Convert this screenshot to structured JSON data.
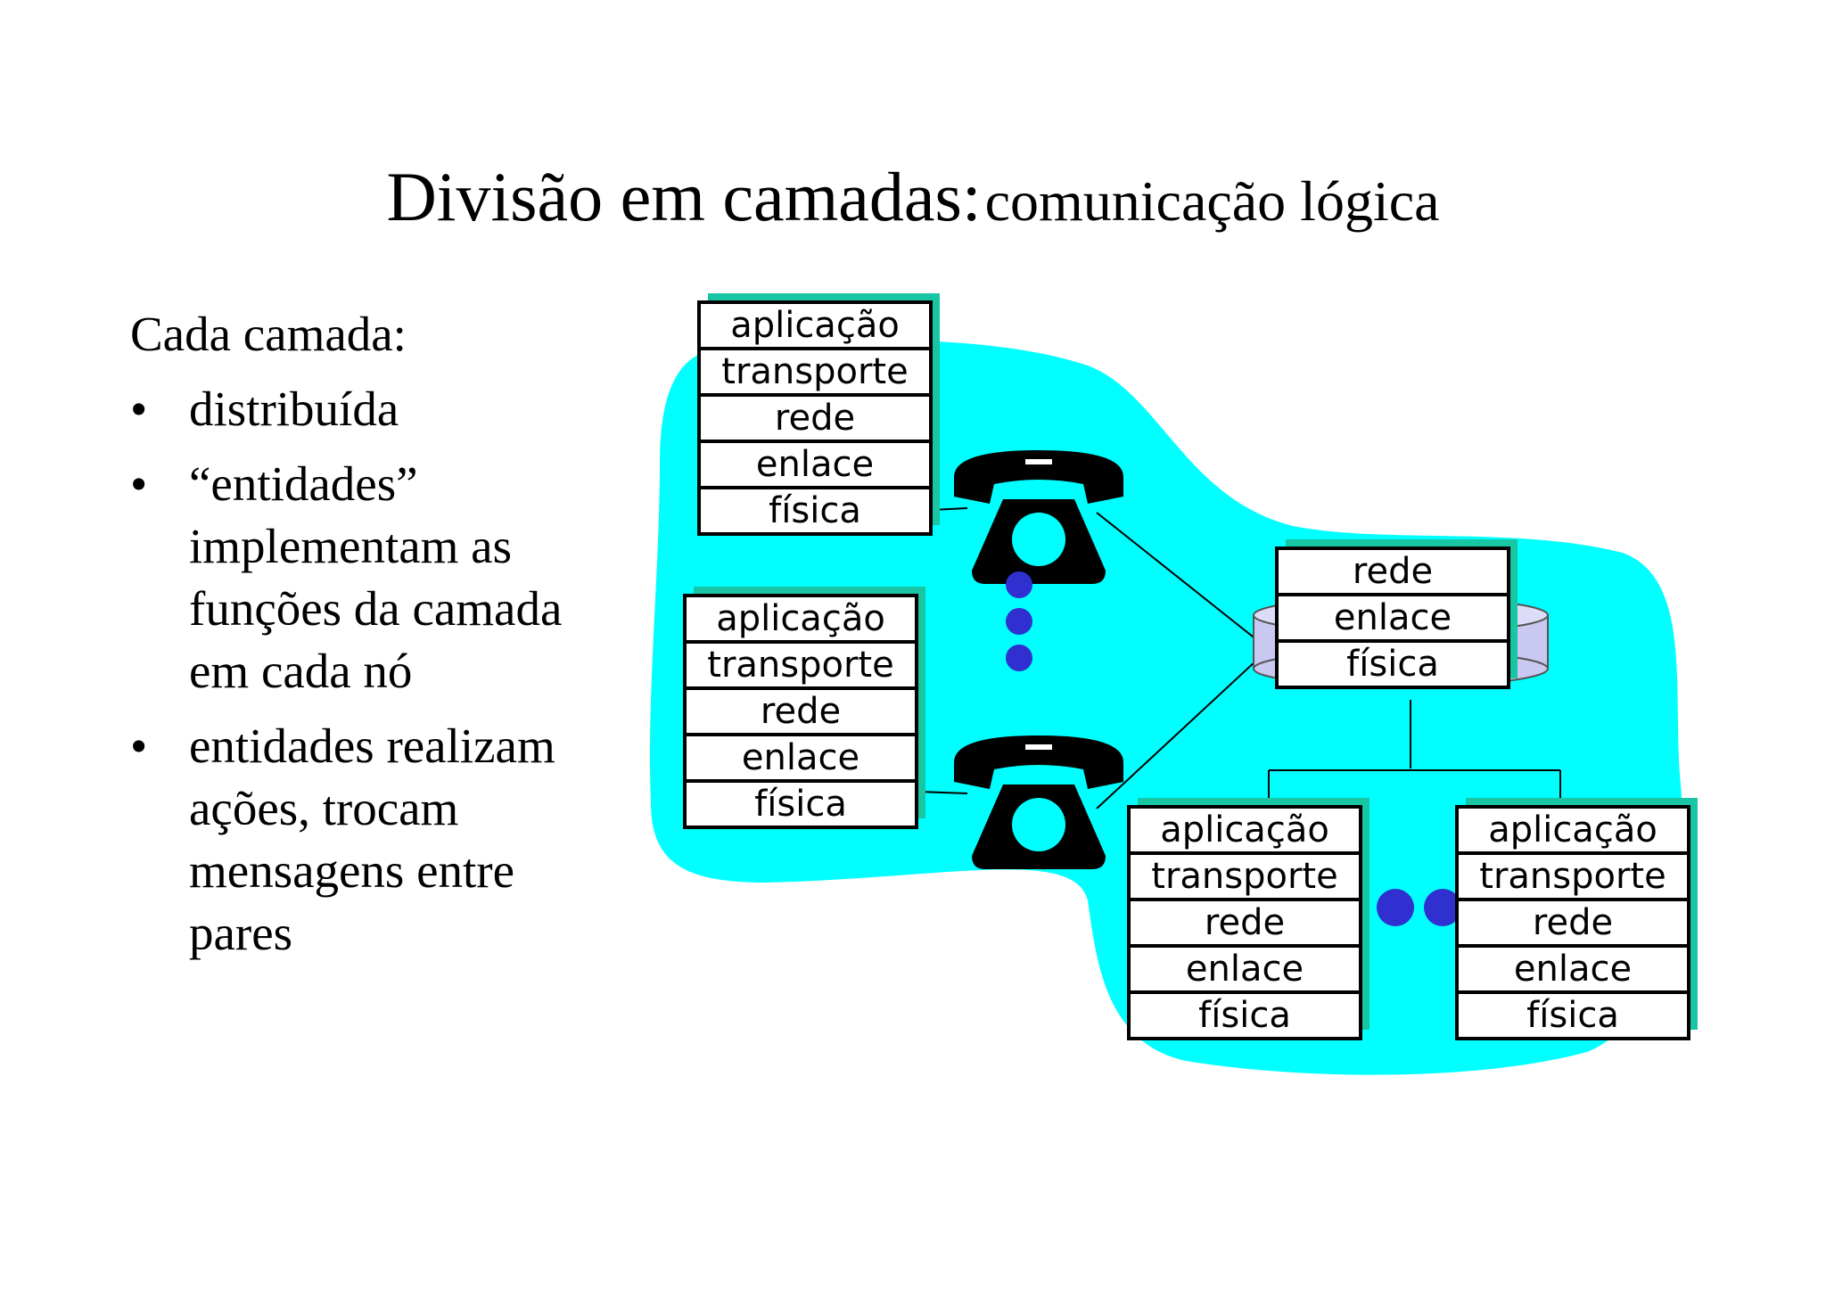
{
  "title": {
    "main": "Divisão em camadas:",
    "sub": "comunicação lógica"
  },
  "left": {
    "heading": "Cada camada:",
    "bullet_symbol": "•",
    "bullets": [
      "distribuída",
      "“entidades” implementam as funções da camada em cada nó",
      "entidades realizam ações, trocam mensagens entre pares"
    ]
  },
  "diagram": {
    "stacks": [
      {
        "layers": [
          "aplicação",
          "transporte",
          "rede",
          "enlace",
          "física"
        ]
      },
      {
        "layers": [
          "aplicação",
          "transporte",
          "rede",
          "enlace",
          "física"
        ]
      },
      {
        "layers": [
          "rede",
          "enlace",
          "física"
        ]
      },
      {
        "layers": [
          "aplicação",
          "transporte",
          "rede",
          "enlace",
          "física"
        ]
      },
      {
        "layers": [
          "aplicação",
          "transporte",
          "rede",
          "enlace",
          "física"
        ]
      }
    ],
    "icons": [
      "telephone-icon",
      "telephone-icon",
      "router-icon",
      "ellipsis-dots-icon"
    ],
    "colors": {
      "network_area": "#00ffff",
      "box_shadow": "#19c6a3",
      "dots": "#3030d0",
      "router": "#c8c8f0"
    }
  }
}
